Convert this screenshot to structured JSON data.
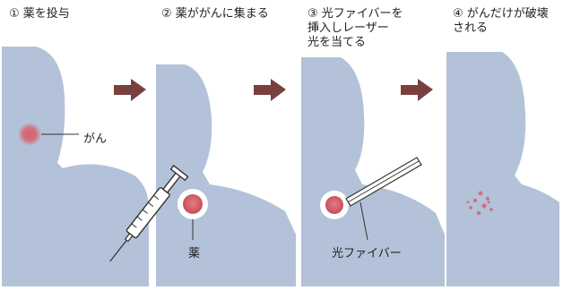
{
  "steps": [
    {
      "title": "① 薬を投与"
    },
    {
      "title": "② 薬ががんに集まる"
    },
    {
      "title": "③ 光ファイバーを\n挿入しレーザー\n光を当てる"
    },
    {
      "title": "④ がんだけが破壊\nされる"
    }
  ],
  "labels": {
    "cancer": "がん",
    "drug": "薬",
    "fiber": "光ファイバー"
  },
  "colors": {
    "body": "#b3c2d8",
    "arrow": "#7a3f3f",
    "tumor": "#d9606b",
    "tumor_halo": "#ffffff"
  },
  "icons": {
    "arrow": "right-arrow-icon",
    "syringe": "syringe-icon",
    "fiber": "optical-fiber-icon"
  }
}
